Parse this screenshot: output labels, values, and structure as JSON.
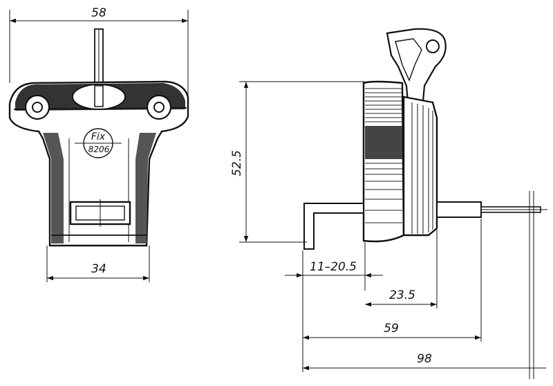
{
  "front_view": {
    "stamp_logo": "Fix",
    "stamp_code": "8206"
  },
  "dimensions": {
    "front_width": "58",
    "front_base_width": "34",
    "side_height": "52.5",
    "side_range": "11–20.5",
    "side_body_depth": "23.5",
    "side_to_shaft": "59",
    "side_overall": "98"
  },
  "colors": {
    "line": "#111111",
    "paper": "#ffffff"
  }
}
